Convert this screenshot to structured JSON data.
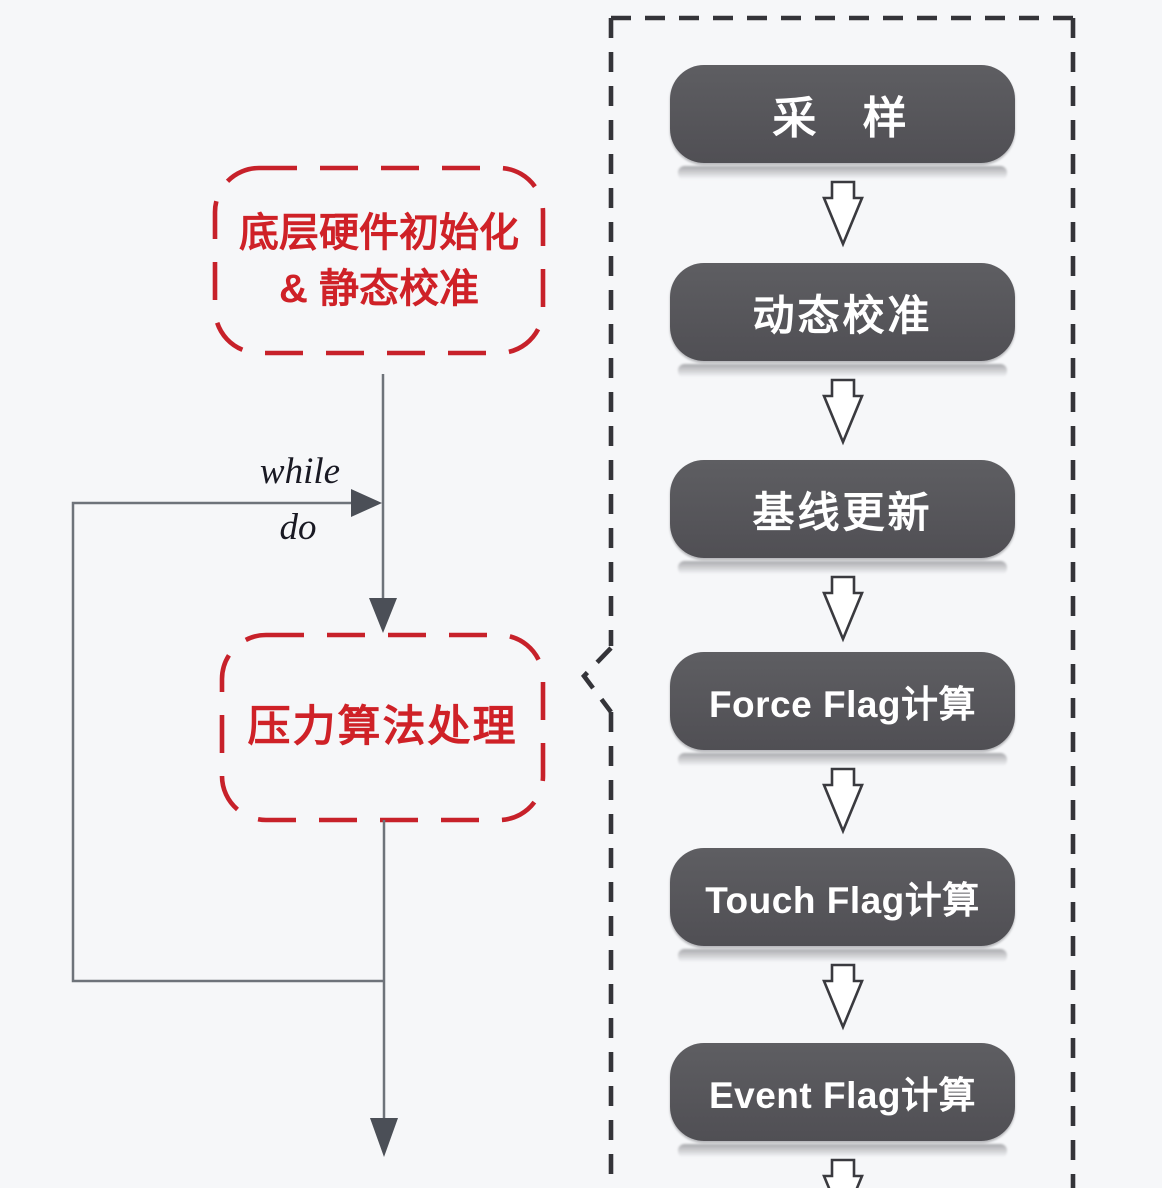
{
  "colors": {
    "background": "#f6f7f9",
    "accent_red": "#cf2127",
    "step_gray": "#565659",
    "step_text": "#ffffff",
    "panel_border": "#343439",
    "connector_line": "#6e737a",
    "arrowhead": "#4b4f57"
  },
  "left_flow": {
    "init_box": {
      "line1": "底层硬件初始化",
      "line2": "& 静态校准"
    },
    "loop": {
      "while_label": "while",
      "do_label": "do"
    },
    "process_box": {
      "label": "压力算法处理"
    }
  },
  "panel": {
    "steps": [
      {
        "label": "采 样"
      },
      {
        "label": "动态校准"
      },
      {
        "label": "基线更新"
      },
      {
        "label": "Force Flag计算"
      },
      {
        "label": "Touch Flag计算"
      },
      {
        "label": "Event Flag计算"
      }
    ]
  }
}
